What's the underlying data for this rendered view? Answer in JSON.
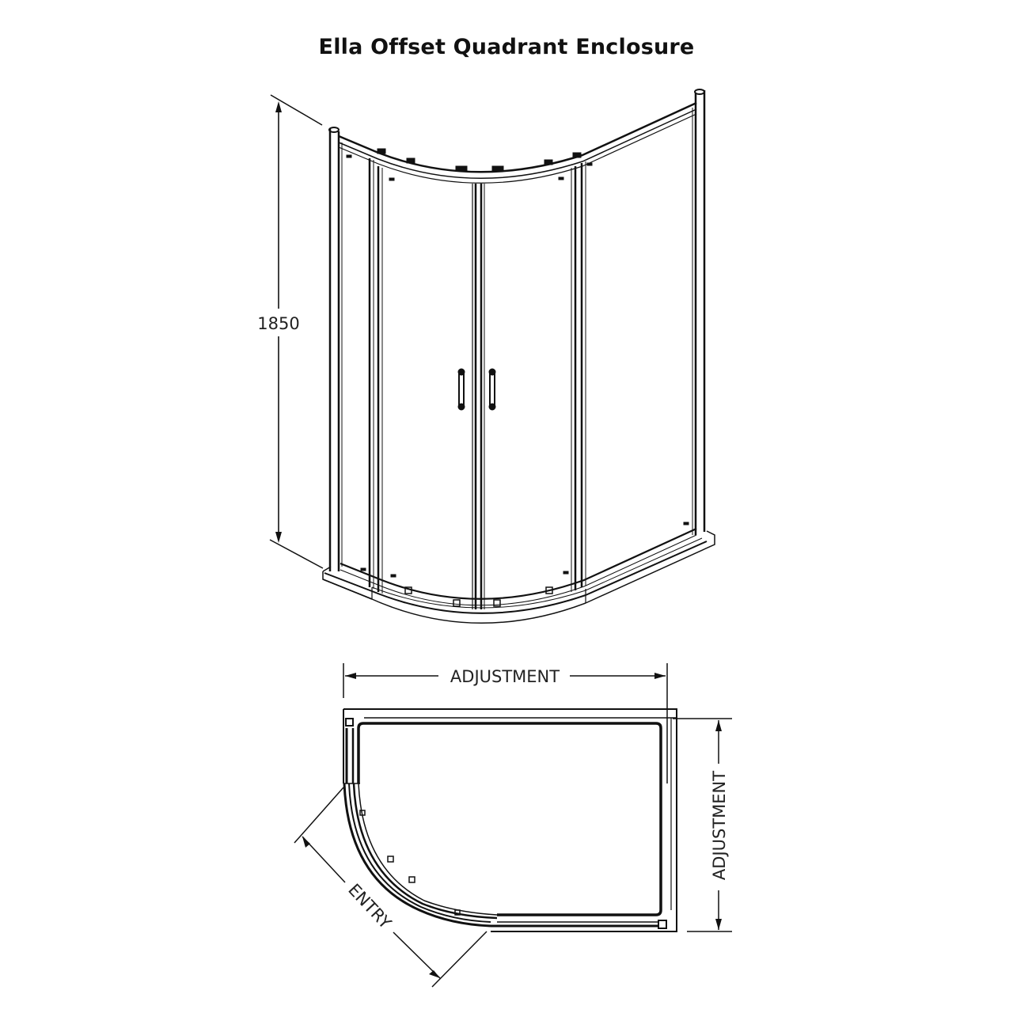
{
  "title": "Ella Offset Quadrant Enclosure",
  "colors": {
    "line": "#111111",
    "background": "#ffffff",
    "text": "#222222"
  },
  "elevation_view": {
    "height_dimension": "1850",
    "parts": [
      "left-fixed-panel",
      "left-sliding-door",
      "right-sliding-door",
      "right-fixed-panel",
      "door-handles",
      "shower-tray",
      "top-rail",
      "wall-posts"
    ]
  },
  "plan_view": {
    "width_dimension": "ADJUSTMENT",
    "depth_dimension": "ADJUSTMENT",
    "entry_dimension": "ENTRY"
  }
}
